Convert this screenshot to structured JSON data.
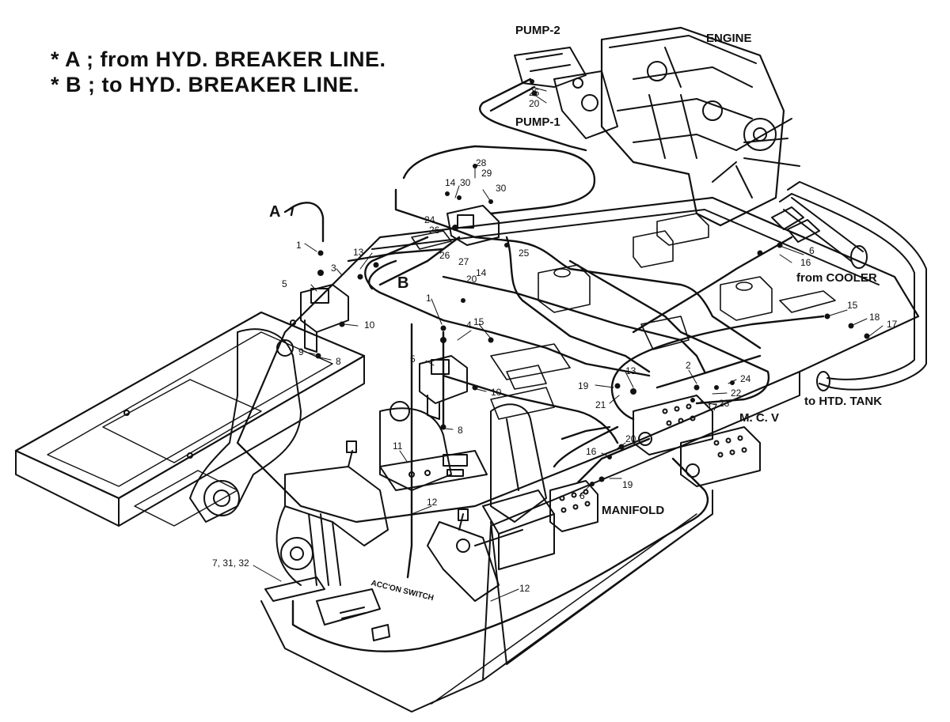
{
  "notes": {
    "a": "* A ; from HYD. BREAKER LINE.",
    "b": "* B ; to HYD. BREAKER LINE."
  },
  "components": {
    "pump2": "PUMP-2",
    "engine": "ENGINE",
    "pump1": "PUMP-1",
    "from_cooler": "from COOLER",
    "to_tank": "to HTD. TANK",
    "mcv": "M. C. V",
    "manifold": "MANIFOLD",
    "acc_switch": "ACC'ON SWITCH",
    "marker_a": "A",
    "marker_b": "B"
  },
  "callouts": {
    "n25a": "25",
    "n20a": "20",
    "n28": "28",
    "n29": "29",
    "n14a": "14",
    "n30a": "30",
    "n30b": "30",
    "n24a": "24",
    "n26a": "26",
    "n26b": "26",
    "n27": "27",
    "n25b": "25",
    "n20b": "20",
    "n14b": "14",
    "n1a": "1",
    "n13a": "13",
    "n3": "3",
    "n5a": "5",
    "n10a": "10",
    "n9": "9",
    "n8a": "8",
    "n1b": "1",
    "n4": "4",
    "n15a": "15",
    "n5b": "5",
    "n10b": "10",
    "n8b": "8",
    "n16a": "16",
    "n6a": "6",
    "n15b": "15",
    "n18": "18",
    "n17a": "17",
    "n2": "2",
    "n24b": "24",
    "n22": "22",
    "n23": "23",
    "n17b": "17",
    "n13b": "13",
    "n19a": "19",
    "n21": "21",
    "n20c": "20",
    "n16b": "16",
    "n6b": "6",
    "n19b": "19",
    "n11": "11",
    "n12a": "12",
    "n12b": "12",
    "n7": "7, 31, 32"
  }
}
